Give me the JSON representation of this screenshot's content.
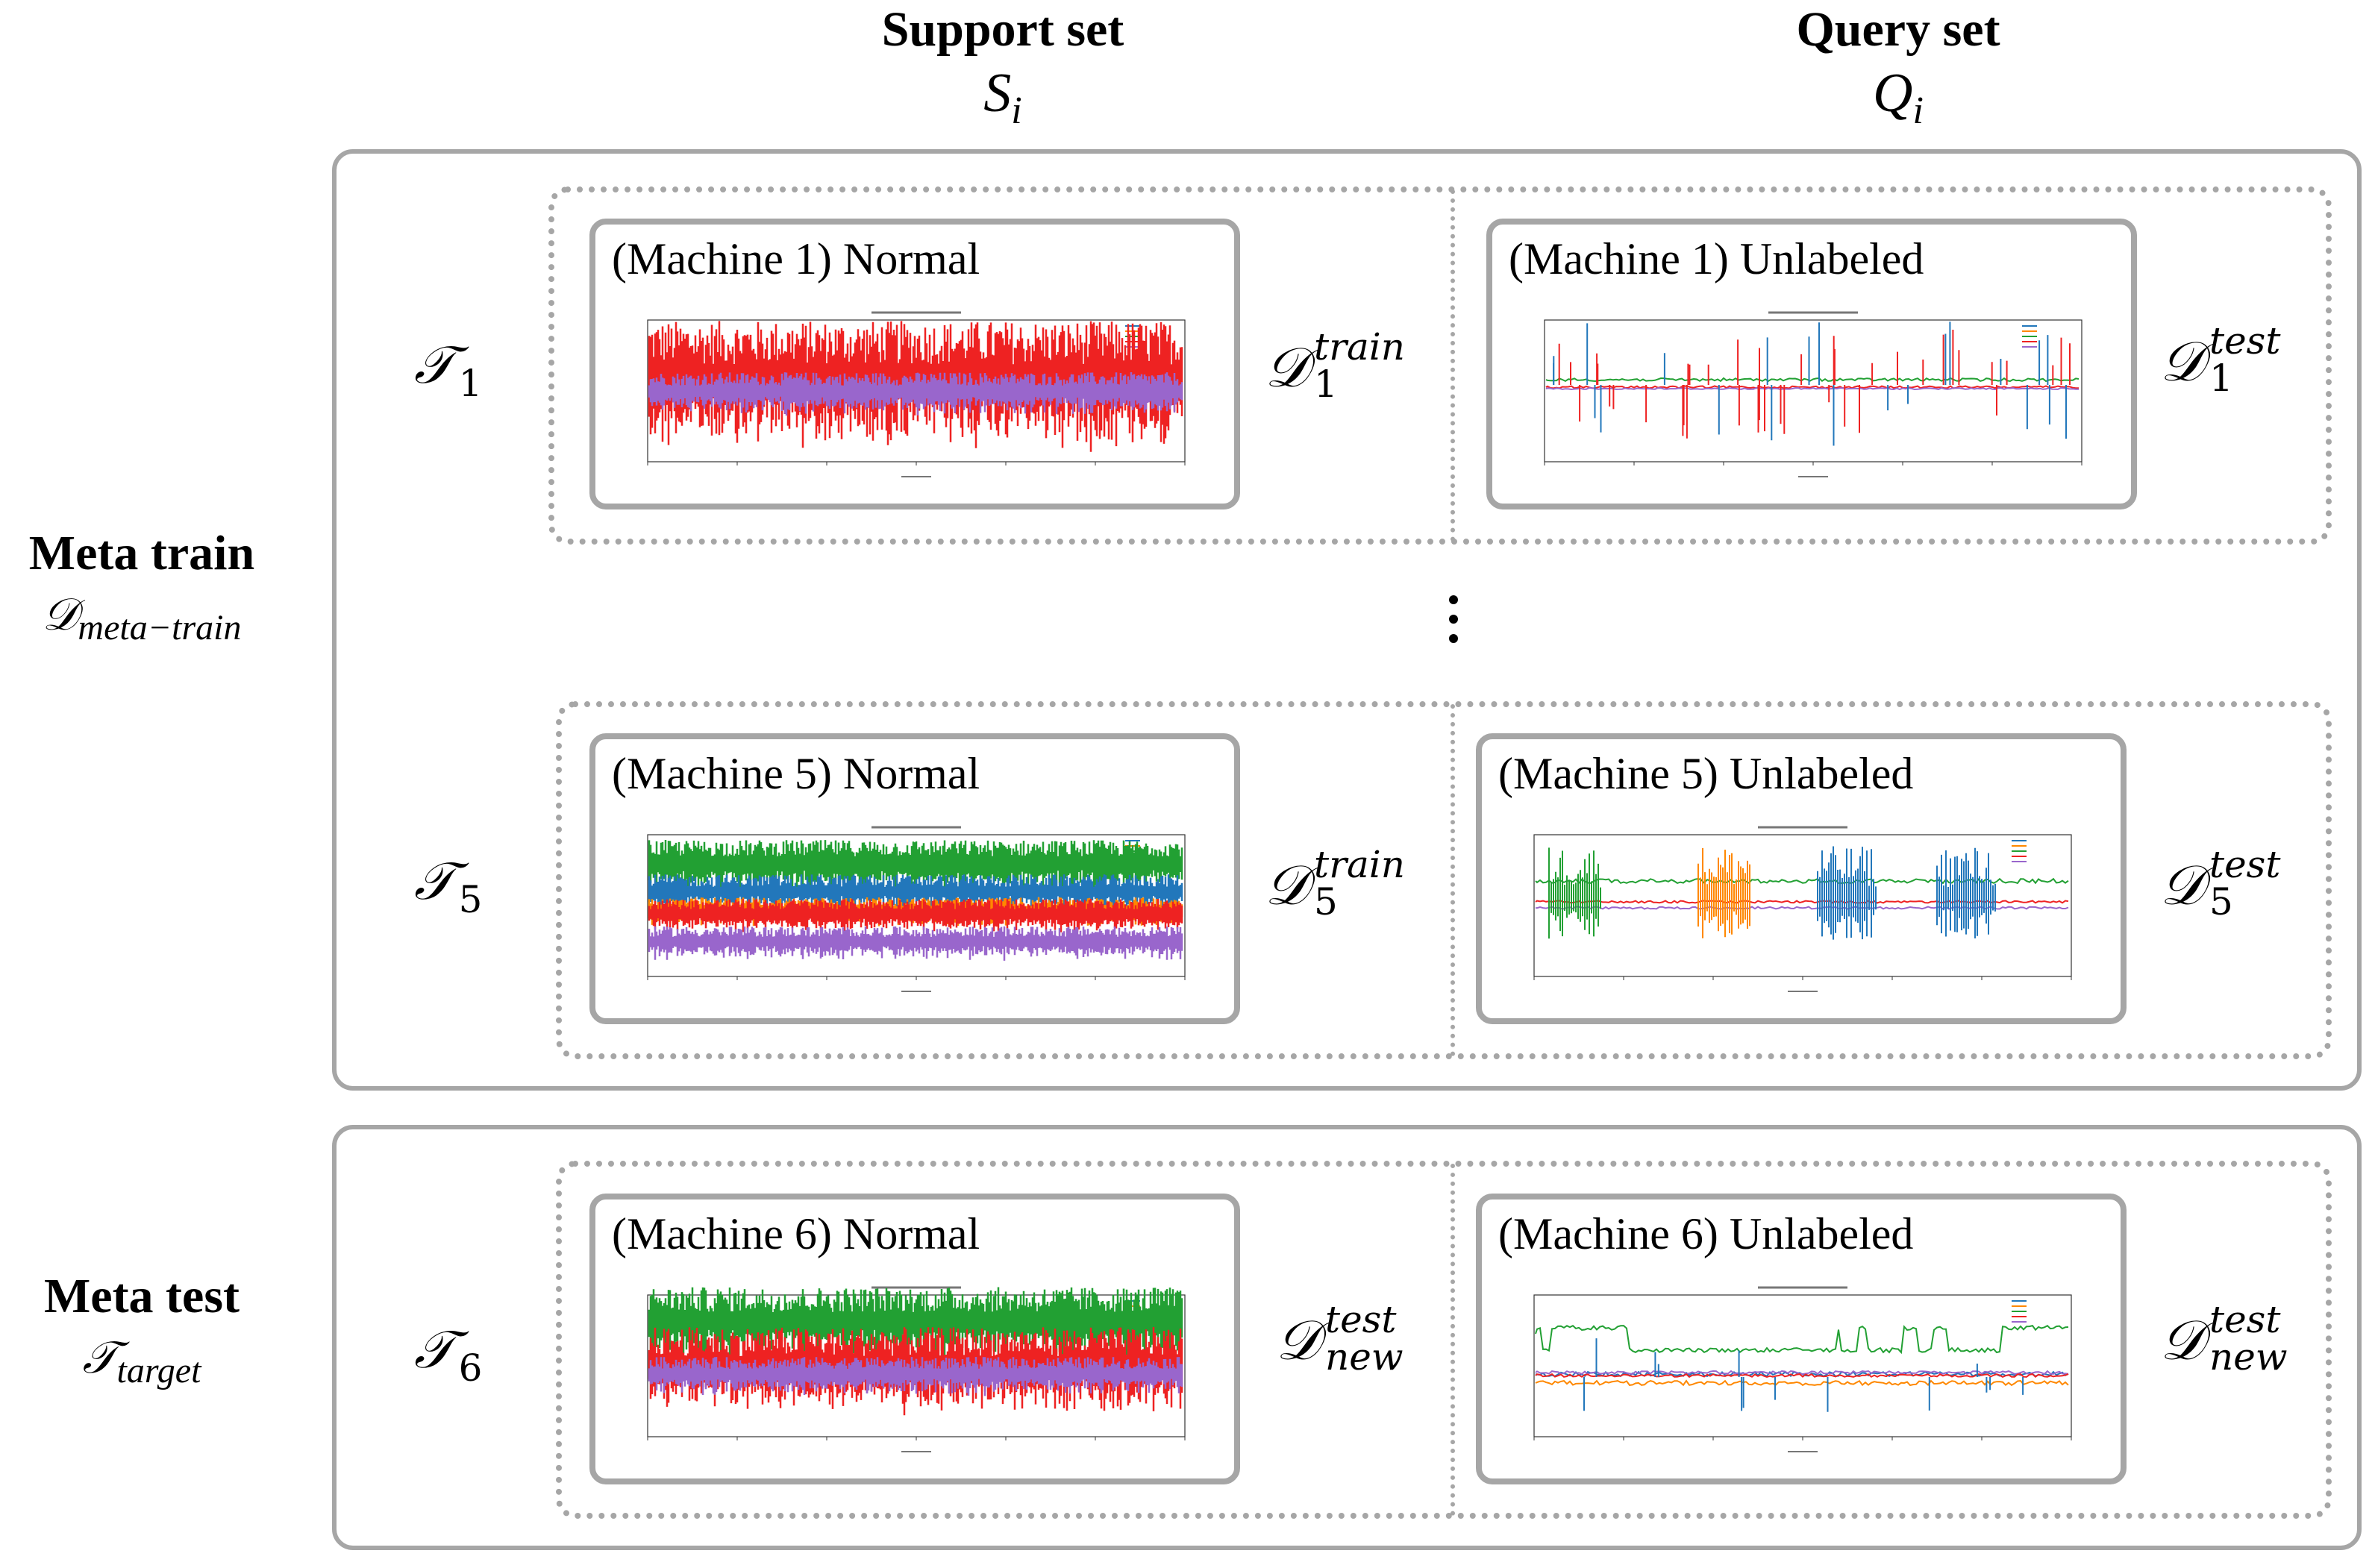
{
  "columns": {
    "support": {
      "title": "Support set",
      "symbol": "S",
      "symbol_sub": "i"
    },
    "query": {
      "title": "Query set",
      "symbol": "Q",
      "symbol_sub": "i"
    }
  },
  "sections": {
    "meta_train": {
      "title": "Meta train",
      "symbol": "𝒟",
      "symbol_sub": "meta−train"
    },
    "meta_test": {
      "title": "Meta test",
      "symbol": "𝒯",
      "symbol_sub": "target"
    }
  },
  "tasks": [
    {
      "symbol": "𝒯",
      "index": "1",
      "support_caption": "(Machine 1) Normal",
      "query_caption": "(Machine 1) Unlabeled",
      "support_d": {
        "sym": "𝒟",
        "sup": "train",
        "sub": "1"
      },
      "query_d": {
        "sym": "𝒟",
        "sup": "test",
        "sub": "1"
      }
    },
    {
      "symbol": "𝒯",
      "index": "5",
      "support_caption": "(Machine 5) Normal",
      "query_caption": "(Machine 5) Unlabeled",
      "support_d": {
        "sym": "𝒟",
        "sup": "train",
        "sub": "5"
      },
      "query_d": {
        "sym": "𝒟",
        "sup": "test",
        "sub": "5"
      }
    },
    {
      "symbol": "𝒯",
      "index": "6",
      "support_caption": "(Machine 6) Normal",
      "query_caption": "(Machine 6) Unlabeled",
      "support_d": {
        "sym": "𝒟",
        "sup": "test",
        "sub": "new"
      },
      "query_d": {
        "sym": "𝒟",
        "sup": "test",
        "sub": "new"
      }
    }
  ],
  "colors": {
    "border": "#a6a6a6",
    "series_red": "#ee2222",
    "series_purple": "#9966cc",
    "series_green": "#22a033",
    "series_blue": "#2277bb",
    "series_orange": "#ff8800"
  }
}
